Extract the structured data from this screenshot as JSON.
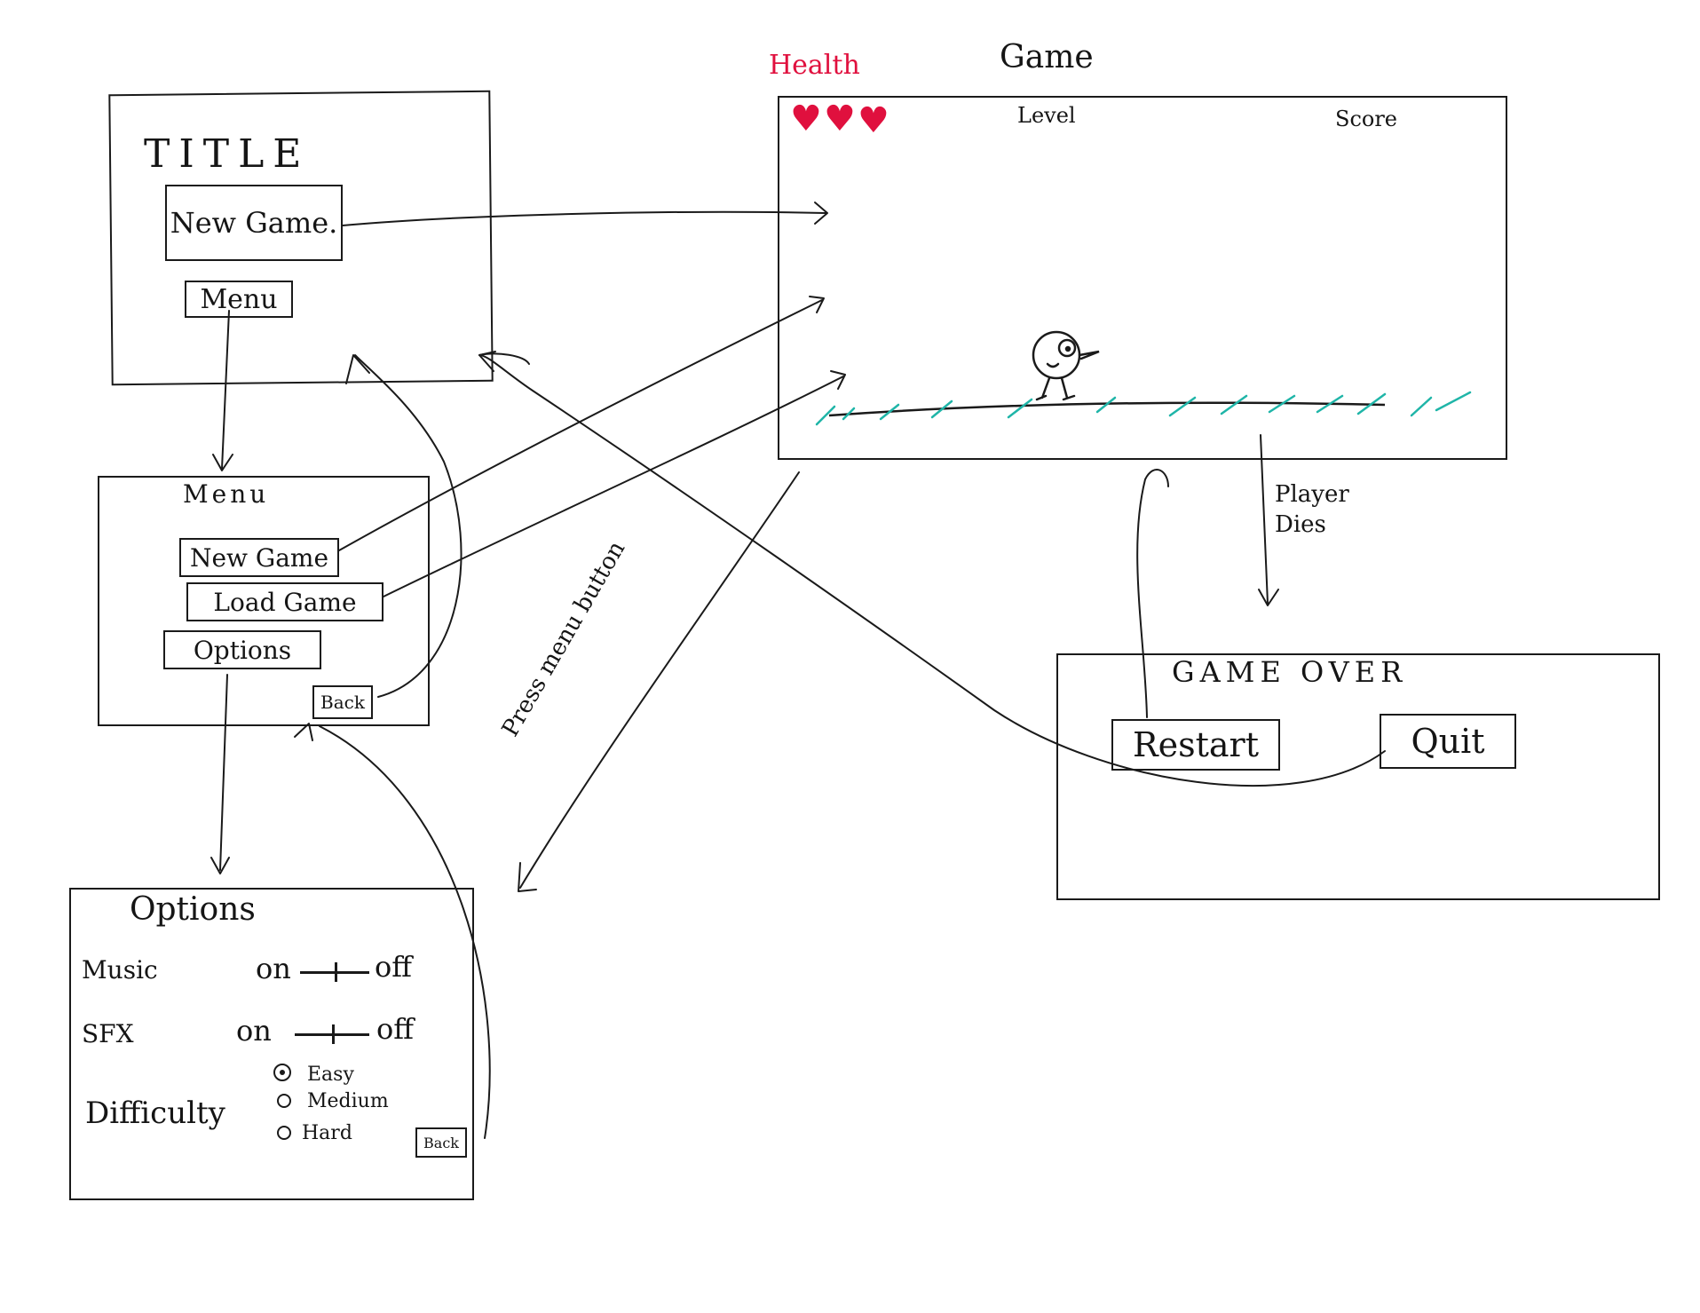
{
  "colors": {
    "ink": "#1a1a1a",
    "health": "#e0103e",
    "ground": "#1fb5a8"
  },
  "title_screen": {
    "title": "TITLE",
    "new_game": "New Game.",
    "menu": "Menu"
  },
  "menu_screen": {
    "title": "Menu",
    "new_game": "New Game",
    "load_game": "Load Game",
    "options": "Options",
    "back": "Back"
  },
  "options_screen": {
    "title": "Options",
    "music_label": "Music",
    "sfx_label": "SFX",
    "on": "on",
    "off": "off",
    "difficulty_label": "Difficulty",
    "difficulty_options": [
      "Easy",
      "Medium",
      "Hard"
    ],
    "difficulty_selected": "Easy",
    "back": "Back"
  },
  "game_screen": {
    "heading": "Game",
    "health_label": "Health",
    "hearts": 3,
    "level_label": "Level",
    "score_label": "Score"
  },
  "game_over_screen": {
    "title": "GAME OVER",
    "restart": "Restart",
    "quit": "Quit"
  },
  "annotations": {
    "player_dies": "Player Dies",
    "press_menu_button": "Press menu button"
  }
}
